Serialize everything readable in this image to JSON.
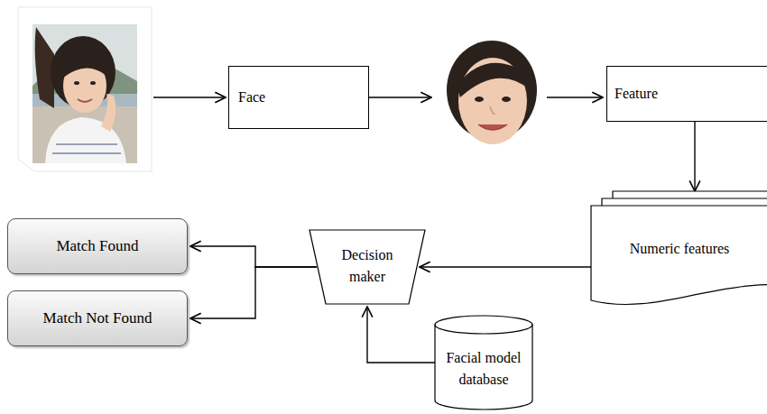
{
  "diagram": {
    "nodes": [
      {
        "text": [
          "Face"
        ]
      },
      {
        "text": [
          "Feature"
        ]
      },
      {
        "text": [
          "Numeric features"
        ]
      },
      {
        "text": [
          "Decision maker"
        ]
      },
      {
        "text": [
          "Match Found"
        ]
      },
      {
        "text": [
          "Match Not Found"
        ]
      },
      {
        "text": [
          "Facial model database"
        ]
      }
    ],
    "edges": [
      {
        "from": 1,
        "to": 2,
        "arrow": "to"
      },
      {
        "from": 2,
        "to": 3,
        "arrow": "to"
      },
      {
        "from": 3,
        "to": 4,
        "arrow": "to"
      },
      {
        "from": 3,
        "to": 5,
        "arrow": "to"
      },
      {
        "from": 6,
        "to": 3,
        "arrow": "to"
      }
    ]
  }
}
